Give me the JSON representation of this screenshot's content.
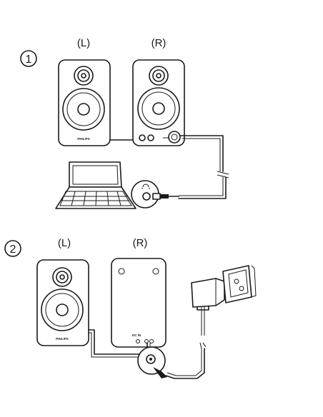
{
  "steps": [
    {
      "number": "1",
      "left_label": "(L)",
      "right_label": "(R)",
      "brand": "PHILIPS"
    },
    {
      "number": "2",
      "left_label": "(L)",
      "right_label": "(R)",
      "brand": "PHILIPS",
      "dc_label": "DC IN"
    }
  ]
}
